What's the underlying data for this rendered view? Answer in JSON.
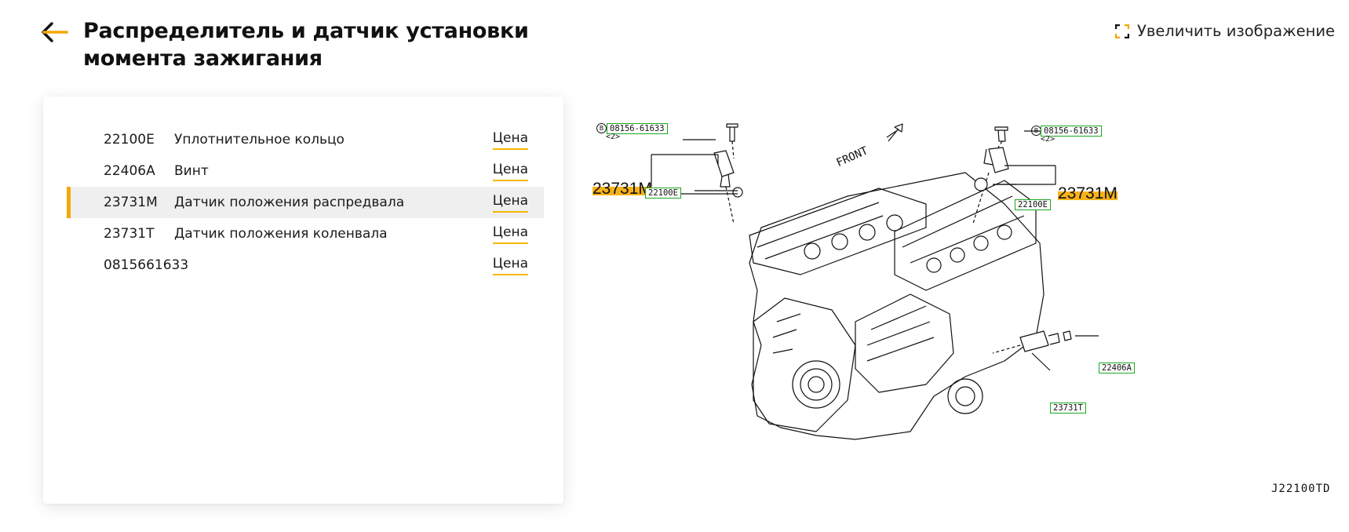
{
  "header": {
    "title": "Распределитель и датчик установки момента зажигания",
    "zoom_label": "Увеличить изображение"
  },
  "colors": {
    "accent": "#f5a800",
    "tag_border": "#19a81f",
    "selected_row_bg": "#efefef"
  },
  "icons": {
    "back": "arrow-left-icon",
    "zoom": "expand-icon"
  },
  "parts": [
    {
      "code": "22100E",
      "name": "Уплотнительное кольцо",
      "price": "Цена",
      "selected": false
    },
    {
      "code": "22406A",
      "name": "Винт",
      "price": "Цена",
      "selected": false
    },
    {
      "code": "23731M",
      "name": "Датчик положения распредвала",
      "price": "Цена",
      "selected": true
    },
    {
      "code": "23731T",
      "name": "Датчик положения коленвала",
      "price": "Цена",
      "selected": false
    },
    {
      "code": "0815661633",
      "name": "",
      "price": "Цена",
      "selected": false
    }
  ],
  "diagram": {
    "callouts": [
      "23731M",
      "23731M"
    ],
    "tags": [
      "08156-61633",
      "08156-61633",
      "22100E",
      "22100E",
      "22406A",
      "23731T"
    ],
    "qty_left": "<2>",
    "qty_right": "<2>",
    "bolt_mark": "B",
    "front_label": "FRONT",
    "diagram_code": "J22100TD"
  }
}
